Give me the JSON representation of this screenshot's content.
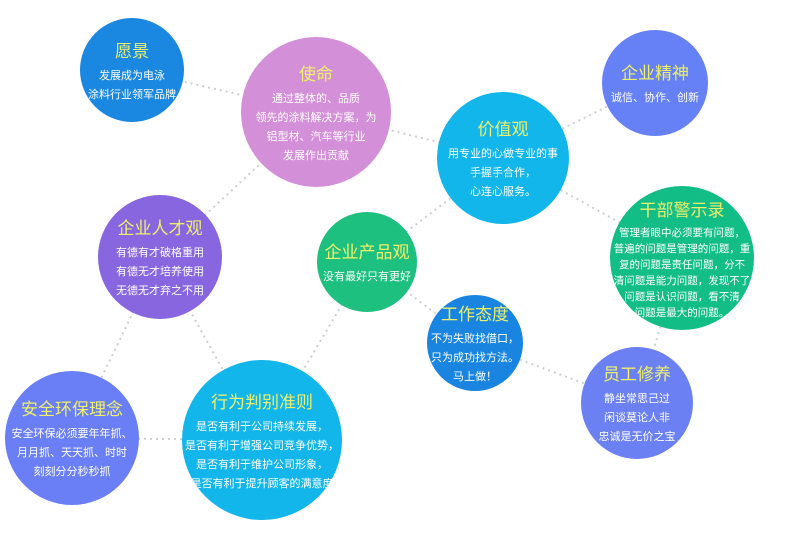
{
  "nodes": [
    {
      "id": "vision",
      "title": "愿景",
      "lines": [
        "发展成为电泳",
        "涂料行业领军品牌"
      ],
      "color": "#1a87e0"
    },
    {
      "id": "mission",
      "title": "使命",
      "lines": [
        "通过整体的、品质",
        "领先的涂料解决方案，为",
        "铝型材、汽车等行业",
        "发展作出贡献"
      ],
      "color": "#d38fd8"
    },
    {
      "id": "spirit",
      "title": "企业精神",
      "lines": [
        "诚信、协作、创新"
      ],
      "color": "#6680f5"
    },
    {
      "id": "values",
      "title": "价值观",
      "lines": [
        "用专业的心做专业的事",
        "手握手合作，",
        "心连心服务。"
      ],
      "color": "#12b6ea"
    },
    {
      "id": "talent",
      "title": "企业人才观",
      "lines": [
        "有德有才破格重用",
        "有德无才培养使用",
        "无德无才弃之不用"
      ],
      "color": "#8866e0"
    },
    {
      "id": "product",
      "title": "企业产品观",
      "lines": [
        "没有最好只有更好"
      ],
      "color": "#1ec080"
    },
    {
      "id": "warning",
      "title": "干部警示录",
      "lines": [
        "管理者眼中必须要有问题，",
        "普遍的问题是管理的问题，重",
        "复的问题是责任问题，分不",
        "清问题是能力问题，发现不了",
        "问题是认识问题，看不清",
        "问题是最大的问题。"
      ],
      "color": "#12bd86"
    },
    {
      "id": "attitude",
      "title": "工作态度",
      "lines": [
        "不为失败找借口，",
        "只为成功找方法。",
        "马上做！"
      ],
      "color": "#1a85e0"
    },
    {
      "id": "cultivation",
      "title": "员工修养",
      "lines": [
        "静坐常思己过",
        "闲谈莫论人非",
        "忠诚是无价之宝"
      ],
      "color": "#6b80f3"
    },
    {
      "id": "safety",
      "title": "安全环保理念",
      "lines": [
        "安全环保必须要年年抓、",
        "月月抓、天天抓、时时",
        "刻刻分分秒秒抓"
      ],
      "color": "#6a7ff5"
    },
    {
      "id": "conduct",
      "title": "行为判别准则",
      "lines": [
        "是否有利于公司持续发展，",
        "是否有利于增强公司竞争优势，",
        "是否有利于维护公司形象，",
        "是否有利于提升顾客的满意度"
      ],
      "color": "#12b6ea"
    }
  ]
}
